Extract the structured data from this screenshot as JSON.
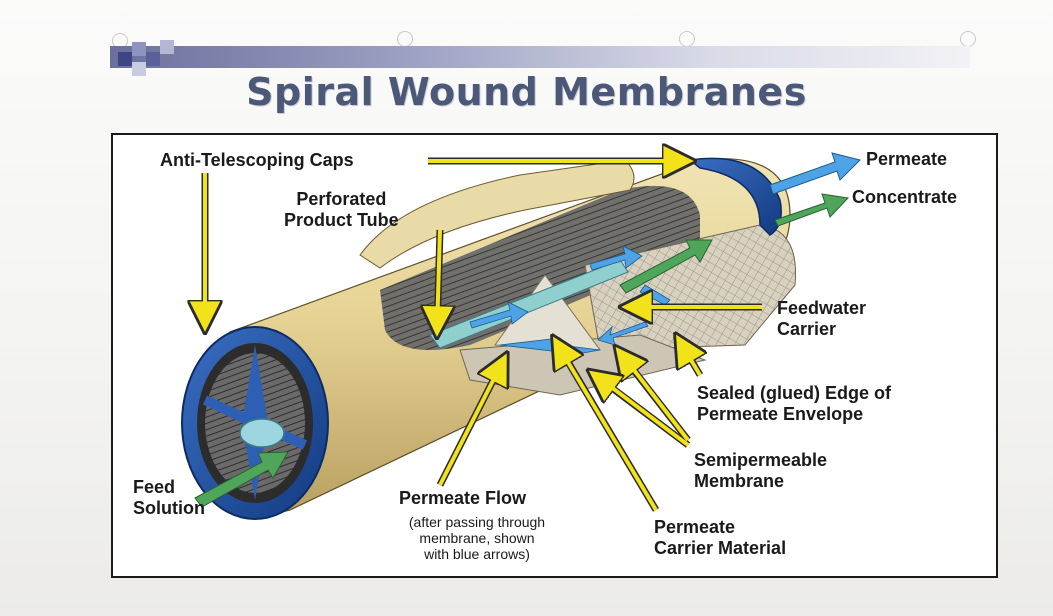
{
  "title": "Spiral Wound Membranes",
  "labels": {
    "anti_telescoping_caps": "Anti-Telescoping Caps",
    "perforated_line1": "Perforated",
    "perforated_line2": "Product Tube",
    "permeate": "Permeate",
    "concentrate": "Concentrate",
    "feedwater_line1": "Feedwater",
    "feedwater_line2": "Carrier",
    "sealed_line1": "Sealed (glued) Edge of",
    "sealed_line2": "Permeate Envelope",
    "semipermeable_line1": "Semipermeable",
    "semipermeable_line2": "Membrane",
    "carrier_line1": "Permeate",
    "carrier_line2": "Carrier Material",
    "feed_line1": "Feed",
    "feed_line2": "Solution",
    "permeate_flow": "Permeate Flow",
    "permeate_flow_note1": "(after passing through",
    "permeate_flow_note2": "membrane, shown",
    "permeate_flow_note3": "with blue arrows)"
  },
  "colors": {
    "title": "#4b5878",
    "arrow_yellow": "#f2e21a",
    "arrow_blue": "#4da3e6",
    "arrow_green": "#4fa65b",
    "cap_blue": "#1e4fa0",
    "wrap_tan": "#e7d7a0"
  }
}
